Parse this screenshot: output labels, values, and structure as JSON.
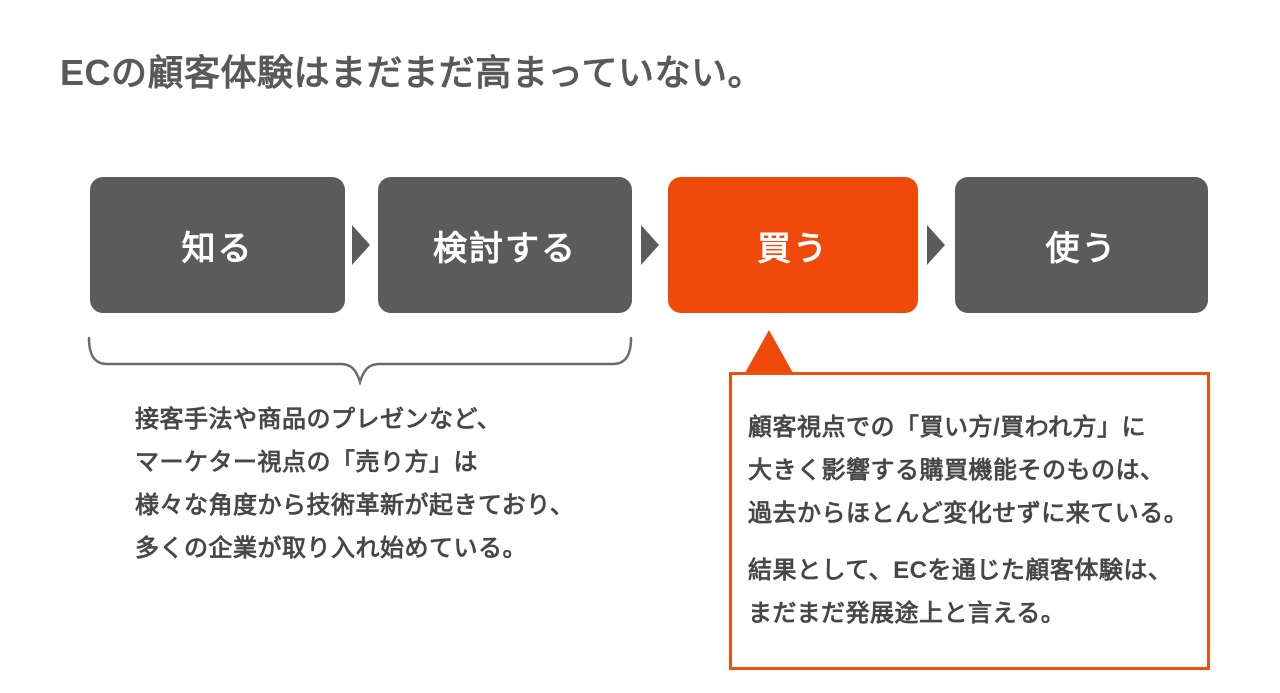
{
  "slide": {
    "title": "ECの顧客体験はまだまだ高まっていない。"
  },
  "journey": {
    "steps": [
      {
        "label": "知る"
      },
      {
        "label": "検討する"
      },
      {
        "label": "買う"
      },
      {
        "label": "使う"
      }
    ],
    "highlighted_step": "買う"
  },
  "seller_note": {
    "lines": [
      "接客手法や商品のプレゼンなど、",
      "マーケター視点の「売り方」は",
      "様々な角度から技術革新が起きており、",
      "多くの企業が取り入れ始めている。"
    ]
  },
  "buyer_callout": {
    "paragraph1_lines": [
      "顧客視点での「買い方/買われ方」に",
      "大きく影響する購買機能そのものは、",
      "過去からほとんど変化せずに来ている。"
    ],
    "paragraph2_lines": [
      "結果として、ECを通じた顧客体験は、",
      "まだまだ発展途上と言える。"
    ]
  },
  "colors": {
    "accent_orange": "#F04A0B",
    "callout_border_orange": "#F0500F",
    "step_gray": "#5B5B5B",
    "title_gray": "#595959",
    "body_text_gray": "#474747",
    "brace_gray": "#6B6B6B"
  }
}
